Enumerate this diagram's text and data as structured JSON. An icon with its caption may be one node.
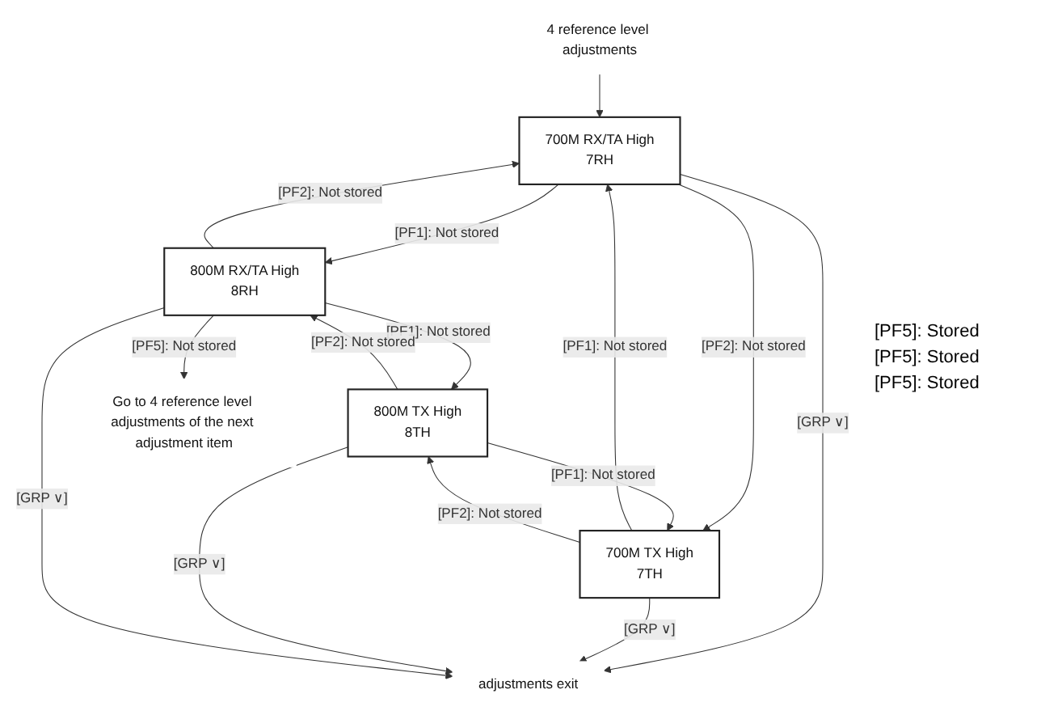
{
  "diagram": {
    "nodes": [
      {
        "text": [
          "4 reference level adjustments"
        ]
      },
      {
        "text": [
          "700M RX/TA High",
          "7RH"
        ]
      },
      {
        "text": [
          "700M TX High",
          "7TH"
        ]
      },
      {
        "text": [
          "800M TX High",
          "8TH"
        ]
      },
      {
        "text": [
          "800M RX/TA High",
          "8RH"
        ]
      },
      {
        "text": [
          "adjustments exit"
        ]
      },
      {
        "text": [
          "Go to 4 reference level adjustments of the next adjustment item"
        ]
      }
    ],
    "edges": [
      {
        "from": 0,
        "to": 1,
        "arrow": "to"
      },
      {
        "from": 1,
        "to": 4,
        "arrow": "to",
        "label": "[PF1]: Not stored"
      },
      {
        "from": 1,
        "to": 5,
        "arrow": "to",
        "label": "[GRP ∨]"
      },
      {
        "from": 2,
        "to": 1,
        "arrow": "to",
        "label": "[PF1]: Not stored"
      },
      {
        "from": 1,
        "to": 2,
        "arrow": "to",
        "label": "[PF2]: Not stored"
      },
      {
        "from": 2,
        "to": 5,
        "arrow": "to",
        "label": "[GRP ∨]"
      },
      {
        "from": 3,
        "to": 2,
        "arrow": "to",
        "label": "[PF1]: Not stored"
      },
      {
        "from": 2,
        "to": 3,
        "arrow": "to",
        "label": "[PF2]: Not stored"
      },
      {
        "from": 3,
        "to": 5,
        "arrow": "to",
        "label": "[GRP ∨]"
      },
      {
        "from": 4,
        "to": 3,
        "arrow": "to",
        "label": "[PF1]: Not stored"
      },
      {
        "from": 3,
        "to": 4,
        "arrow": "to",
        "label": "[PF2]: Not stored"
      },
      {
        "from": 4,
        "to": 5,
        "arrow": "to",
        "label": "[GRP ∨]"
      },
      {
        "from": 4,
        "to": 1,
        "arrow": "to",
        "label": "[PF2]: Not stored"
      },
      {
        "from": 4,
        "to": 6,
        "arrow": "to",
        "label": "[PF5]: Not stored"
      }
    ],
    "labels": [
      "[PF5]: Stored",
      "[PF5]: Stored",
      "[PF5]: Stored"
    ]
  }
}
